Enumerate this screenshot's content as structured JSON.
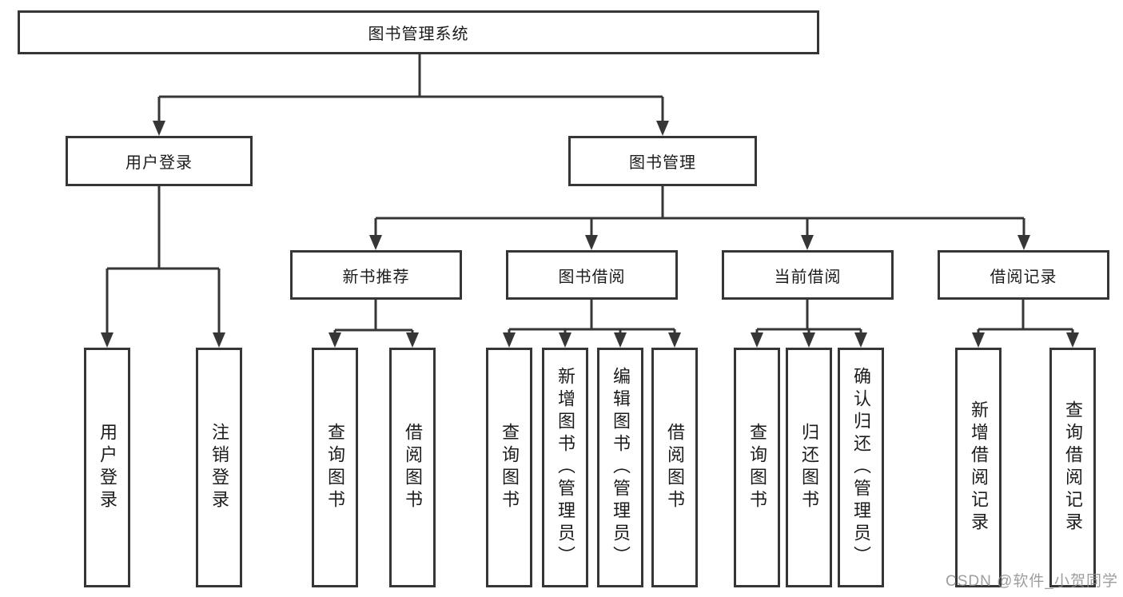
{
  "diagram": {
    "title": "图书管理系统",
    "root": "图书管理系统",
    "level2": [
      {
        "label": "用户登录"
      },
      {
        "label": "图书管理"
      }
    ],
    "level3": [
      {
        "label": "新书推荐",
        "parent": "图书管理"
      },
      {
        "label": "图书借阅",
        "parent": "图书管理"
      },
      {
        "label": "当前借阅",
        "parent": "图书管理"
      },
      {
        "label": "借阅记录",
        "parent": "图书管理"
      }
    ],
    "leaves": [
      {
        "label": "用户登录",
        "parent": "用户登录"
      },
      {
        "label": "注销登录",
        "parent": "用户登录"
      },
      {
        "label": "查询图书",
        "parent": "新书推荐"
      },
      {
        "label": "借阅图书",
        "parent": "新书推荐"
      },
      {
        "label": "查询图书",
        "parent": "图书借阅"
      },
      {
        "label": "新增图书（管理员）",
        "parent": "图书借阅"
      },
      {
        "label": "编辑图书（管理员）",
        "parent": "图书借阅"
      },
      {
        "label": "借阅图书",
        "parent": "图书借阅"
      },
      {
        "label": "查询图书",
        "parent": "当前借阅"
      },
      {
        "label": "归还图书",
        "parent": "当前借阅"
      },
      {
        "label": "确认归还（管理员）",
        "parent": "当前借阅"
      },
      {
        "label": "新增借阅记录",
        "parent": "借阅记录"
      },
      {
        "label": "查询借阅记录",
        "parent": "借阅记录"
      }
    ]
  },
  "watermark": "CSDN @软件_小贺同学",
  "colors": {
    "line": "#363636",
    "box_border": "#363636",
    "text": "#1c1c1c",
    "watermark": "#8c8c8c",
    "background": "#ffffff"
  }
}
